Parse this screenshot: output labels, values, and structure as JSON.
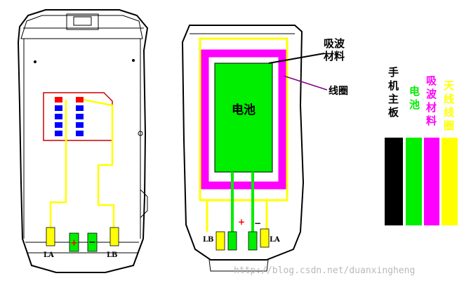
{
  "left_board": {
    "pad_left_label": "LA",
    "pad_right_label": "LB",
    "plus": "+",
    "minus": "−"
  },
  "right_board": {
    "battery_label": "电池",
    "absorber_callout": [
      "吸波",
      "材料"
    ],
    "coil_callout": "线圈",
    "pad_left_label": "LB",
    "pad_right_label": "LA",
    "plus": "+",
    "minus": "−"
  },
  "legend": {
    "items": [
      {
        "label": [
          "手",
          "机",
          "主",
          "板"
        ],
        "color": "#000000"
      },
      {
        "label": [
          "电",
          "池"
        ],
        "color": "#00ee00"
      },
      {
        "label": [
          "吸",
          "波",
          "材",
          "料"
        ],
        "color": "#ff00ff"
      },
      {
        "label": [
          "天",
          "线",
          "线",
          "圈"
        ],
        "color": "#ffff00"
      }
    ]
  },
  "colors": {
    "coil": "#ffff00",
    "absorber": "#ff00ff",
    "battery": "#00ee00",
    "board": "#000000",
    "sim_contact_red": "#ff0000",
    "sim_contact_blue": "#0000ff",
    "sim_outline": "#cc0000"
  },
  "watermark": "http://blog.csdn.net/duanxingheng"
}
